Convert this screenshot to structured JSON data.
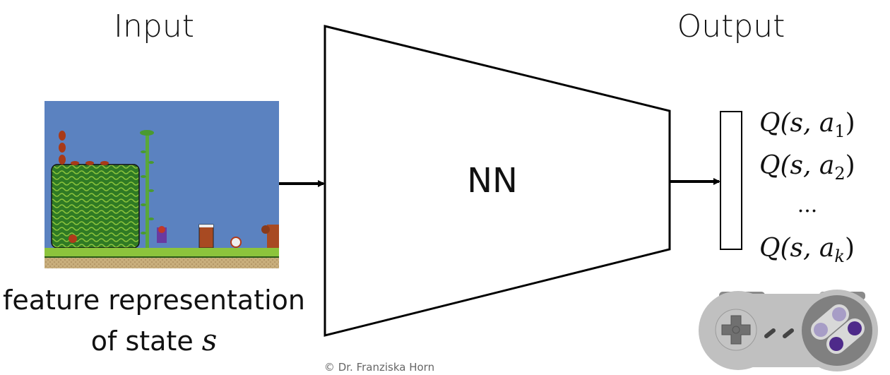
{
  "input_title": "Input",
  "output_title": "Output",
  "network_label": "NN",
  "input_caption_line1": "feature representation",
  "input_caption_line2": "of state",
  "input_caption_var": "s",
  "outputs": [
    {
      "pre": "Q(s, a",
      "sub": "1",
      "post": ")"
    },
    {
      "pre": "Q(s, a",
      "sub": "2",
      "post": ")"
    },
    {
      "pre": "...",
      "sub": "",
      "post": ""
    },
    {
      "pre": "Q(s, a",
      "sub": "k",
      "post": ")"
    }
  ],
  "copyright": "© Dr. Franziska Horn",
  "colors": {
    "sky": "#5b82c0",
    "grass": "#3e8a2a",
    "controller_body": "#c0c0c0",
    "button_light": "#a79dc6",
    "button_dark": "#4e2a8a"
  }
}
